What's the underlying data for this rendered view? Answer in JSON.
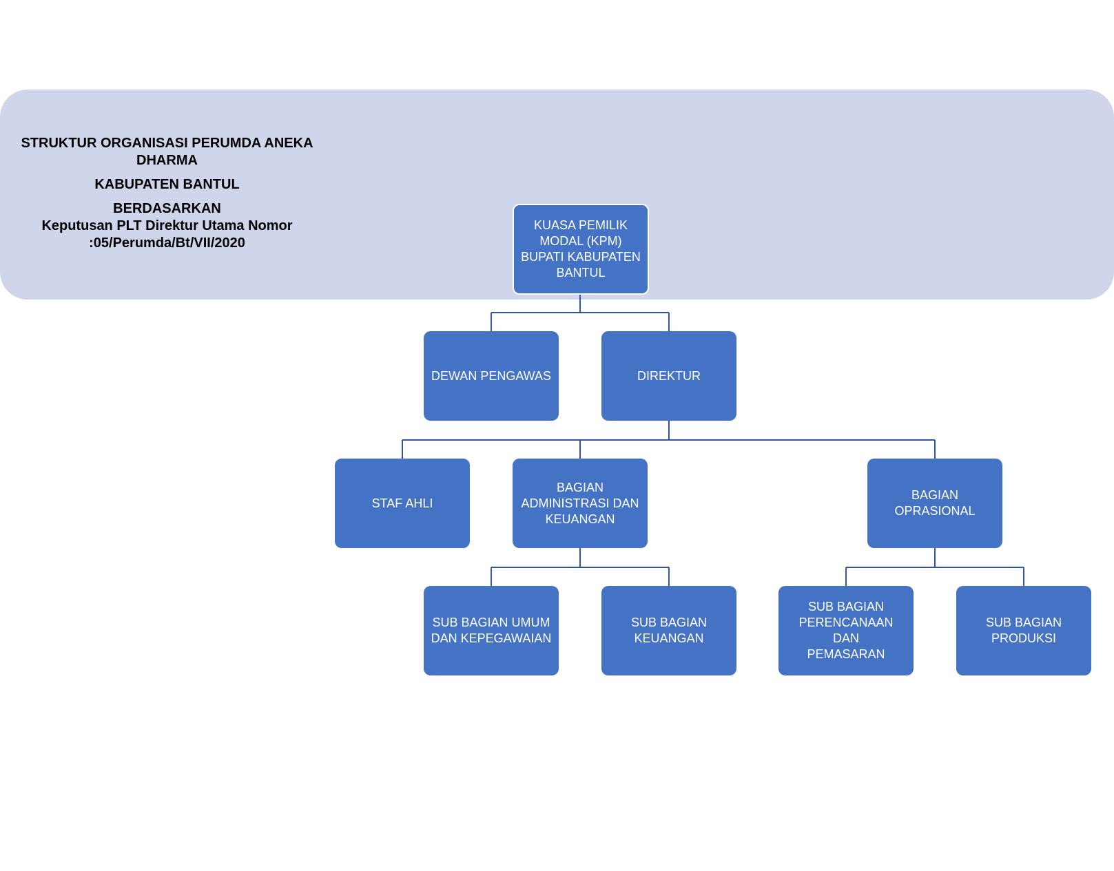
{
  "header": {
    "title_line1": "STRUKTUR ORGANISASI PERUMDA ANEKA",
    "title_line2": "DHARMA",
    "region": "KABUPATEN BANTUL",
    "basis_label": "BERDASARKAN",
    "decree_line1": "Keputusan PLT Direktur Utama Nomor",
    "decree_line2": ":05/Perumda/Bt/VII/2020"
  },
  "colors": {
    "banner": "#cfd5ea",
    "node_fill": "#4472c4",
    "node_text": "#ffffff",
    "connector": "#2f55a4"
  },
  "org_chart": {
    "nodes": {
      "kpm": "KUASA PEMILIK\nMODAL (KPM)\nBUPATI KABUPATEN\nBANTUL",
      "dewan_pengawas": "DEWAN PENGAWAS",
      "direktur": "DIREKTUR",
      "staf_ahli": "STAF AHLI",
      "bagian_administrasi": "BAGIAN\nADMINISTRASI DAN\nKEUANGAN",
      "bagian_oprasional": "BAGIAN\nOPRASIONAL",
      "sub_umum": "SUB BAGIAN UMUM\nDAN KEPEGAWAIAN",
      "sub_keuangan": "SUB BAGIAN\nKEUANGAN",
      "sub_perencanaan": "SUB BAGIAN\nPERENCANAAN DAN\nPEMASARAN",
      "sub_produksi": "SUB BAGIAN\nPRODUKSI"
    },
    "edges": [
      [
        "kpm",
        "dewan_pengawas"
      ],
      [
        "kpm",
        "direktur"
      ],
      [
        "direktur",
        "staf_ahli"
      ],
      [
        "direktur",
        "bagian_administrasi"
      ],
      [
        "direktur",
        "bagian_oprasional"
      ],
      [
        "bagian_administrasi",
        "sub_umum"
      ],
      [
        "bagian_administrasi",
        "sub_keuangan"
      ],
      [
        "bagian_oprasional",
        "sub_perencanaan"
      ],
      [
        "bagian_oprasional",
        "sub_produksi"
      ]
    ]
  }
}
